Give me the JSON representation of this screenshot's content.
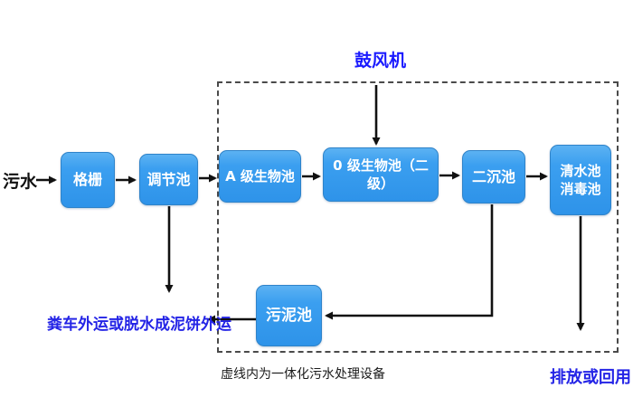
{
  "diagram": {
    "kind": "wastewater-treatment-process-flowchart",
    "labels": {
      "influent": "污水",
      "blower": "鼓风机",
      "sludge_out": "粪车外运或脱水成泥饼外运",
      "dashed_note": "虚线内为一体化污水处理设备",
      "discharge": "排放或回用"
    },
    "nodes": {
      "grid": "格栅",
      "regulating_tank": "调节池",
      "a_bio_tank": "A 级生物池",
      "o_bio_tank": "0 级生物池（二级）",
      "secondary_sedimentation_tank": "二沉池",
      "clear_water_tank_line1": "清水池",
      "clear_water_tank_line2": "消毒池",
      "sludge_tank": "污泥池"
    },
    "edges": [
      {
        "from": "污水",
        "to": "格栅"
      },
      {
        "from": "格栅",
        "to": "调节池"
      },
      {
        "from": "调节池",
        "to": "A 级生物池"
      },
      {
        "from": "A 级生物池",
        "to": "0 级生物池（二级）"
      },
      {
        "from": "0 级生物池（二级）",
        "to": "二沉池"
      },
      {
        "from": "二沉池",
        "to": "清水池 消毒池"
      },
      {
        "from": "鼓风机",
        "to": "0 级生物池（二级）"
      },
      {
        "from": "调节池",
        "to": "粪车外运或脱水成泥饼外运"
      },
      {
        "from": "二沉池",
        "to": "污泥池"
      },
      {
        "from": "污泥池",
        "to": "粪车外运或脱水成泥饼外运"
      },
      {
        "from": "清水池 消毒池",
        "to": "排放或回用"
      }
    ],
    "colors": {
      "box_fill_top": "#5cb2f2",
      "box_fill_bottom": "#2e93e9",
      "box_border": "#2f83c9",
      "box_text": "#ffffff",
      "blue_label": "#2424e6",
      "blower_label": "#1a1aff",
      "black_text": "#111111",
      "arrow": "#111111",
      "dashed_border": "#4a4a4a",
      "background": "#ffffff"
    }
  }
}
